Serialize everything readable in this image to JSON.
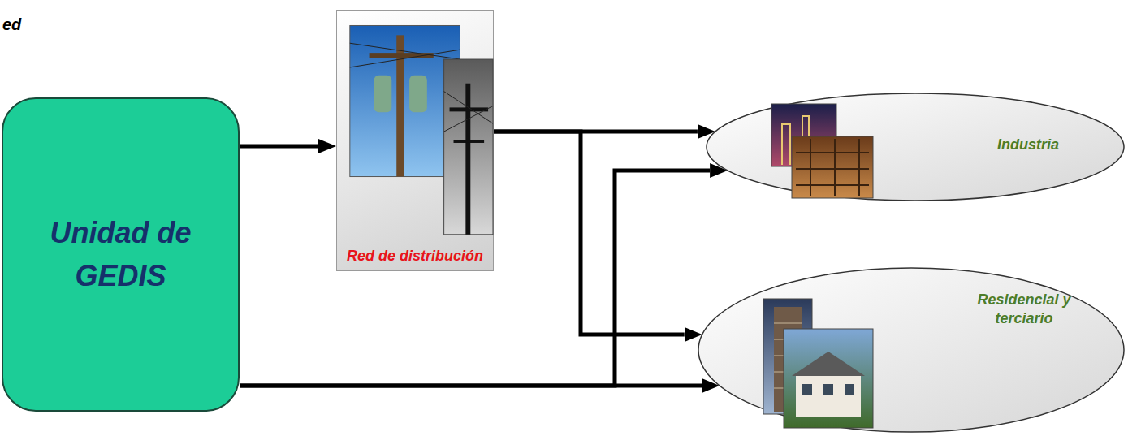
{
  "diagram": {
    "nodes": [
      {
        "text": [
          "Unidad de GEDIS"
        ]
      },
      {
        "text": [
          "Red de distribución"
        ]
      },
      {
        "text": [
          "Industria"
        ]
      },
      {
        "text": [
          "Residencial y terciario"
        ]
      }
    ],
    "edges": [
      {
        "from": 0,
        "to": 1,
        "arrow": "to"
      },
      {
        "from": 1,
        "to": 2,
        "arrow": "to"
      },
      {
        "from": 1,
        "to": 3,
        "arrow": "to"
      },
      {
        "from": 0,
        "to": 3,
        "arrow": "to"
      },
      {
        "from": 0,
        "to": 2,
        "arrow": "to"
      }
    ],
    "labels": [
      "ed"
    ]
  }
}
